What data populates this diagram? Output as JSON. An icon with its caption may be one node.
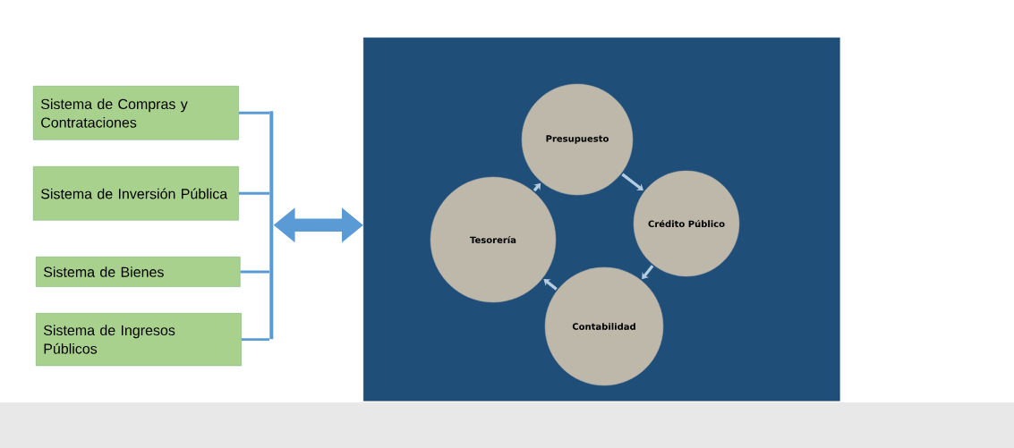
{
  "diagram": {
    "nodes": [
      {
        "text": [
          "Sistema de Compras y Contrataciones"
        ]
      },
      {
        "text": [
          "Sistema de Inversión Pública"
        ]
      },
      {
        "text": [
          "Sistema de Bienes"
        ]
      },
      {
        "text": [
          "Sistema de Ingresos Públicos"
        ]
      },
      {
        "text": [],
        "shape": "box"
      },
      {
        "text": [
          "Presupuesto"
        ],
        "in": 4
      },
      {
        "text": [
          "Crédito Público"
        ],
        "in": 4
      },
      {
        "text": [
          "Contabilidad"
        ],
        "in": 4
      },
      {
        "text": [
          "Tesorería"
        ],
        "in": 4
      },
      {
        "text": [],
        "shape": "bar"
      }
    ],
    "edges": [
      {
        "from": 0,
        "to": 9,
        "arrow": "none"
      },
      {
        "from": 1,
        "to": 9,
        "arrow": "none"
      },
      {
        "from": 2,
        "to": 9,
        "arrow": "none"
      },
      {
        "from": 3,
        "to": 9,
        "arrow": "none"
      },
      {
        "from": 9,
        "to": 4,
        "arrow": "both",
        "style": "thick"
      },
      {
        "from": 5,
        "to": 6,
        "arrow": "to"
      },
      {
        "from": 6,
        "to": 7,
        "arrow": "to"
      },
      {
        "from": 7,
        "to": 8,
        "arrow": "to"
      },
      {
        "from": 8,
        "to": 5,
        "arrow": "to"
      }
    ]
  }
}
